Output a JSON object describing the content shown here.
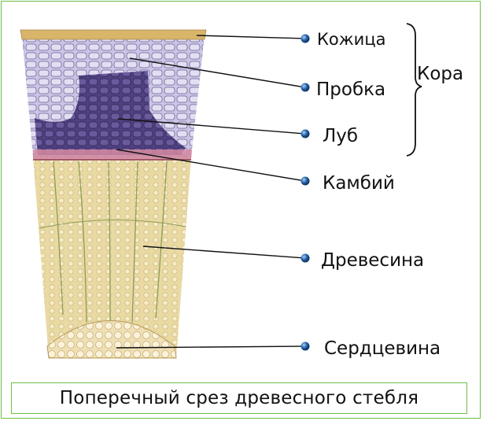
{
  "labels": {
    "skin": "Кожица",
    "cork": "Пробка",
    "bast": "Луб",
    "bark": "Кора",
    "cambium": "Камбий",
    "wood": "Древесина",
    "pith": "Сердцевина"
  },
  "caption": "Поперечный срез древесного стебля",
  "colors": {
    "frame": "#6cbf4a",
    "skin": "#d8b56a",
    "cork": "#c6bfe0",
    "bast": "#5e4e8c",
    "cambium": "#d48aa0",
    "wood": "#eee0ad",
    "pith": "#f3e6c2",
    "marker": "#1f5a9e"
  }
}
